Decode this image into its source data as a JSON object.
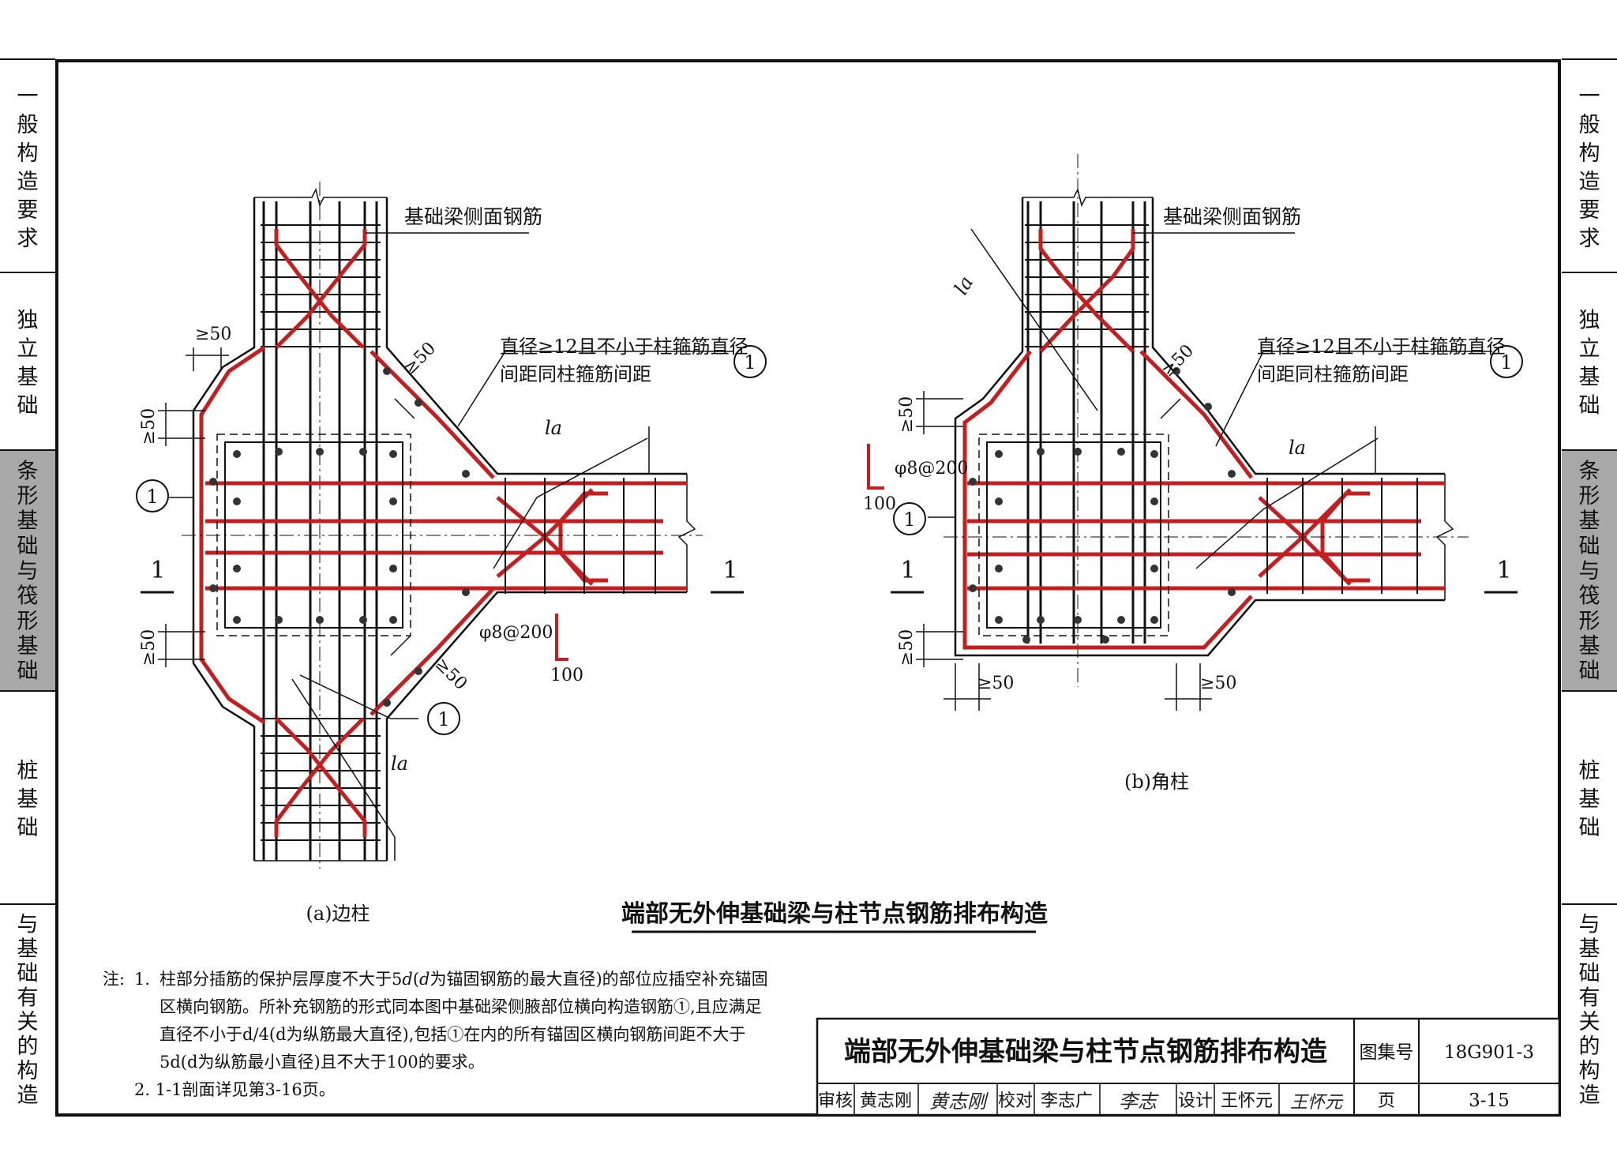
{
  "side_tabs": [
    {
      "label": "一般构造要求"
    },
    {
      "label": "独立基础"
    },
    {
      "label": "条形基础与筏形基础",
      "active": true
    },
    {
      "label": "桩基础"
    },
    {
      "label": "与基础有关的构造"
    }
  ],
  "colors": {
    "rebar": "#c41e1e",
    "line": "#111111",
    "tab_active": "#a8a8a8"
  },
  "diagram_a": {
    "side_rebar_label": "基础梁侧面钢筋",
    "rebar_note_line1": "直径≥12且不小于柱箍筋直径",
    "rebar_note_line2": "间距同柱箍筋间距",
    "circle_1": "1",
    "dim_50": "≥50",
    "anchor_la": "la",
    "stirrup": "φ8@200",
    "hook_len": "100",
    "section_mark": "1",
    "caption": "(a)边柱"
  },
  "diagram_b": {
    "side_rebar_label": "基础梁侧面钢筋",
    "rebar_note_line1": "直径≥12且不小于柱箍筋直径",
    "rebar_note_line2": "间距同柱箍筋间距",
    "circle_1": "1",
    "dim_50": "≥50",
    "anchor_la": "la",
    "stirrup": "φ8@200",
    "hook_len": "100",
    "section_mark": "1",
    "caption": "(b)角柱"
  },
  "figure_title": "端部无外伸基础梁与柱节点钢筋排布构造",
  "notes": {
    "prefix": "注:",
    "n1_num": "1.",
    "n1_line1_a": "柱部分插筋的保护层厚度不大于5",
    "n1_line1_d": "d",
    "n1_line1_b": "(",
    "n1_line1_c": "为锚固钢筋的最大直径)的部位应插空补充锚固",
    "n1_line2": "区横向钢筋。所补充钢筋的形式同本图中基础梁侧腋部位横向构造钢筋①,且应满足",
    "n1_line3": "直径不小于d/4(d为纵筋最大直径),包括①在内的所有锚固区横向钢筋间距不大于",
    "n1_line4": "5d(d为纵筋最小直径)且不大于100的要求。",
    "n2": "2.  1-1剖面详见第3-16页。"
  },
  "title_block": {
    "title": "端部无外伸基础梁与柱节点钢筋排布构造",
    "atlas_label": "图集号",
    "atlas_no": "18G901-3",
    "review_label": "审核",
    "reviewer": "黄志刚",
    "reviewer_sig": "黄志刚",
    "check_label": "校对",
    "checker": "李志广",
    "checker_sig": "李志",
    "design_label": "设计",
    "designer": "王怀元",
    "designer_sig": "王怀元",
    "page_label": "页",
    "page_no": "3-15"
  }
}
